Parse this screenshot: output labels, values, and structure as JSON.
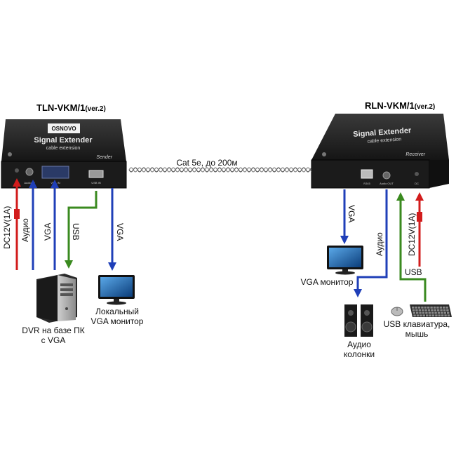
{
  "sender": {
    "model": "TLN-VKM/1",
    "ver": "(ver.2)",
    "brand": "OSNOVO",
    "product": "Signal Extender",
    "subline": "cable extension",
    "role": "Sender",
    "ports": {
      "dc": "DC",
      "audio_in": "Audio IN",
      "vga_in": "VGA IN",
      "usb_in": "USB IN"
    }
  },
  "receiver": {
    "model": "RLN-VKM/1",
    "ver": "(ver.2)",
    "product": "Signal Extender",
    "subline": "cable extension",
    "role": "Receiver",
    "ports": {
      "rj45": "RJ45",
      "audio_out": "Audio OUT",
      "dc": "DC"
    }
  },
  "cable": {
    "label": "Cat 5e, до 200м"
  },
  "left_arrows": {
    "power": "DC12V(1A)",
    "audio": "Аудио",
    "vga": "VGA",
    "usb": "USB",
    "vga_local": "VGA"
  },
  "right_arrows": {
    "vga": "VGA",
    "audio": "Аудио",
    "power": "DC12V(1A)",
    "usb": "USB"
  },
  "devices": {
    "dvr": [
      "DVR на базе ПК",
      "с VGA"
    ],
    "local_monitor": [
      "Локальный",
      "VGA монитор"
    ],
    "vga_monitor": "VGA монитор",
    "speakers": [
      "Аудио",
      "колонки"
    ],
    "keyboard": [
      "USB клавиатура,",
      "мышь"
    ]
  },
  "colors": {
    "blue": "#1f3fb8",
    "green": "#3a8a1f",
    "red": "#d21c1c",
    "device_body": "#1a1a1a"
  }
}
